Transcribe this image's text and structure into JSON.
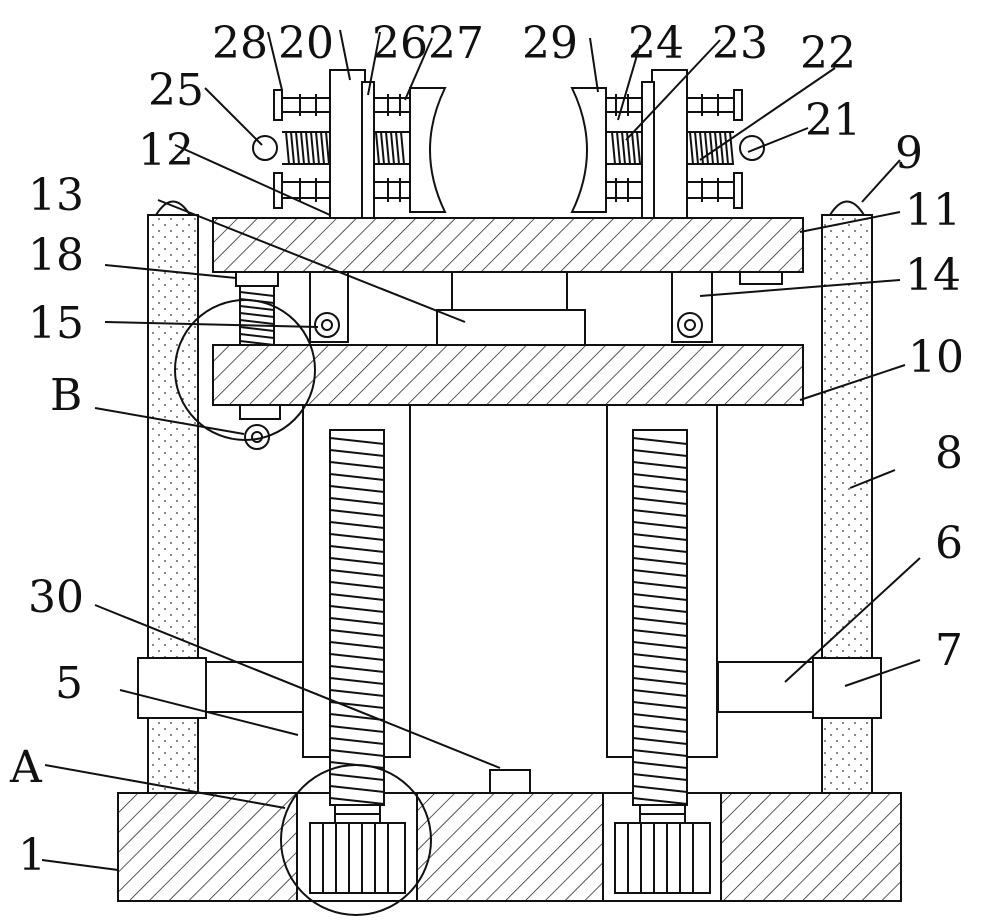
{
  "labels": {
    "n1": "1",
    "n5": "5",
    "n6": "6",
    "n7": "7",
    "n8": "8",
    "n9": "9",
    "n10": "10",
    "n11": "11",
    "n12": "12",
    "n13": "13",
    "n14": "14",
    "n15": "15",
    "n18": "18",
    "n20": "20",
    "n21": "21",
    "n22": "22",
    "n23": "23",
    "n24": "24",
    "n25": "25",
    "n26": "26",
    "n27": "27",
    "n28": "28",
    "n29": "29",
    "n30": "30",
    "A": "A",
    "B": "B"
  }
}
